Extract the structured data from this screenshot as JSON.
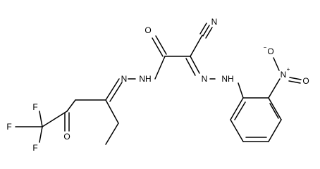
{
  "molecule": {
    "atoms": {
      "F1": "F",
      "F2": "F",
      "F3": "F",
      "O_ketone": "O",
      "O_amide": "O",
      "N_nitrile": "N",
      "NH_hydrazide": "NH",
      "N_imine": "N",
      "N_azo": "N",
      "NH_aryl": "NH",
      "N_nitro": "N",
      "N_nitro_charge": "+",
      "O_nitro_minus": "O",
      "O_nitro_minus_charge": "−",
      "O_nitro_double": "O"
    }
  }
}
